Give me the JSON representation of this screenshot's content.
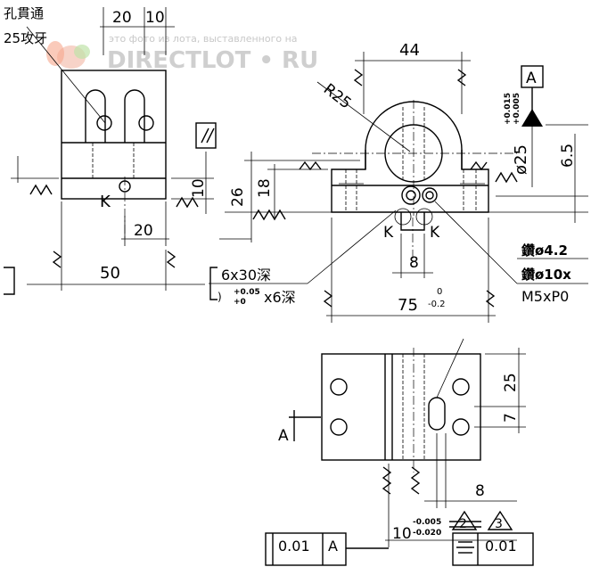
{
  "watermark": {
    "brand": "DIRECTLOT • RU",
    "caption": "это фото из лота, выставленного на"
  },
  "left_view": {
    "note_top_line1": "孔貫通",
    "note_top_line2": "25攻牙",
    "dim_top_a": "20",
    "dim_top_b": "10",
    "dim_height": "10",
    "dim_offset": "20",
    "dim_width": "50",
    "edge_label": "K"
  },
  "front_view": {
    "dim_width_top": "44",
    "radius": "R25",
    "datum_label": "A",
    "tol_upper": "+0.015",
    "tol_lower": "+0.005",
    "bore_dia": "ø25",
    "dim_offset_right": "6.5",
    "dim_height_26": "26",
    "dim_height_18": "18",
    "dim_slot": "8",
    "dim_base": "75",
    "base_tol_upper": "0",
    "base_tol_lower": "-0.2",
    "label_k_left": "K",
    "label_k_right": "K",
    "note_cbore_line1": "6x30深",
    "note_cbore_tol_upper": "+0.05",
    "note_cbore_tol_lower": "+0",
    "note_cbore_line2": "x6深",
    "note_drill_1": "鑽ø4.2",
    "note_drill_2": "鑽ø10x",
    "note_thread": "M5xP0"
  },
  "bottom_view": {
    "dim_25": "25",
    "dim_7": "7",
    "dim_8": "8",
    "dim_10": "10",
    "tol_upper": "-0.005",
    "tol_lower": "-0.020",
    "datum_arrow": "A",
    "fcf_left_value": "0.01",
    "fcf_left_datum": "A",
    "fcf_right_value": "0.01",
    "flag_2": "2",
    "flag_3": "3"
  }
}
